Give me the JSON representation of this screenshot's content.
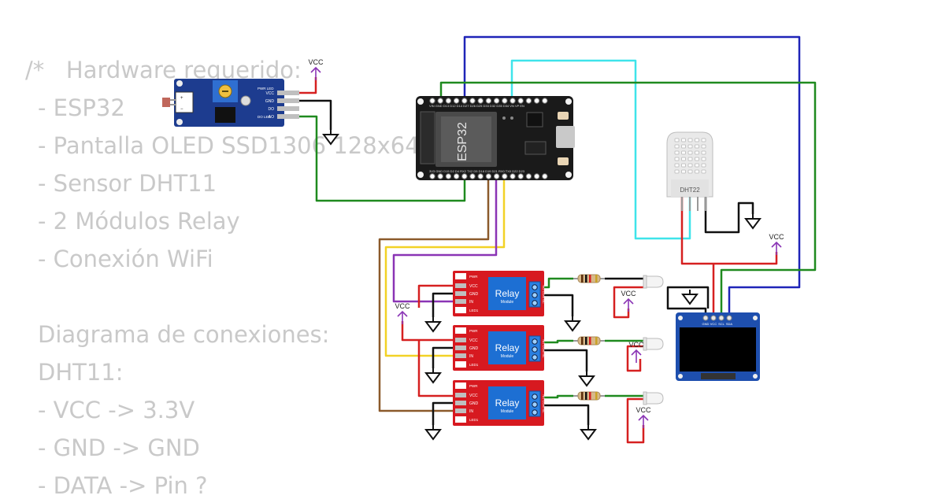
{
  "notes": [
    "/*   Hardware requerido:",
    "  - ESP32",
    "  - Pantalla OLED SSD1306 128x64",
    "  - Sensor DHT11",
    "  - 2 Módulos Relay",
    "  - Conexión WiFi",
    "",
    "  Diagrama de conexiones:",
    "  DHT11:",
    "  - VCC -> 3.3V",
    "  - GND -> GND",
    "  - DATA -> Pin ?"
  ],
  "components": {
    "esp32": {
      "label": "ESP32",
      "top_pins": "VIN GND D13 D12 D14 D27 D26 D25 D33 D32 D35 D34 VN VP EN",
      "bottom_pins": "3V3 GND D15 D2 D4 RX2 TX2 D5 D18 D19 D21 RX0 TX0 D22 D23"
    },
    "ldr_module": {
      "pins": [
        "VCC",
        "GND",
        "DO",
        "AO"
      ],
      "leds": [
        "PWR LED",
        "DO LED"
      ]
    },
    "dht22": {
      "label": "DHT22"
    },
    "oled": {
      "pins": [
        "GND",
        "VCC",
        "SCL",
        "SDA"
      ]
    },
    "relays": [
      {
        "label": "Relay",
        "sub": "Module",
        "pins": [
          "VCC",
          "GND",
          "IN"
        ],
        "leds": [
          "PWR",
          "LED1"
        ],
        "terminals": "NO COM NC"
      },
      {
        "label": "Relay",
        "sub": "Module",
        "pins": [
          "VCC",
          "GND",
          "IN"
        ],
        "leds": [
          "PWR",
          "LED1"
        ],
        "terminals": "NO COM NC"
      },
      {
        "label": "Relay",
        "sub": "Module",
        "pins": [
          "VCC",
          "GND",
          "IN"
        ],
        "leds": [
          "PWR",
          "LED1"
        ],
        "terminals": "NO COM NC"
      }
    ],
    "vcc_label": "VCC"
  },
  "colors": {
    "note_text": "#c9c9c9",
    "wire_blue": "#1f24b8",
    "wire_cyan": "#3fe4ea",
    "wire_green": "#1f8a1f",
    "wire_brown": "#8b5a2b",
    "wire_yellow": "#f2d226",
    "wire_purple": "#8a34b5",
    "wire_red": "#d62020",
    "wire_black": "#111111",
    "relay_board": "#d71920",
    "relay_cube": "#1d6fd3",
    "esp32_board": "#1a1a1a",
    "oled_board": "#1e4fae",
    "ldr_board": "#1d3c8f",
    "dht_body": "#e9e9e9",
    "vcc_symbol": "#8a34b5"
  }
}
